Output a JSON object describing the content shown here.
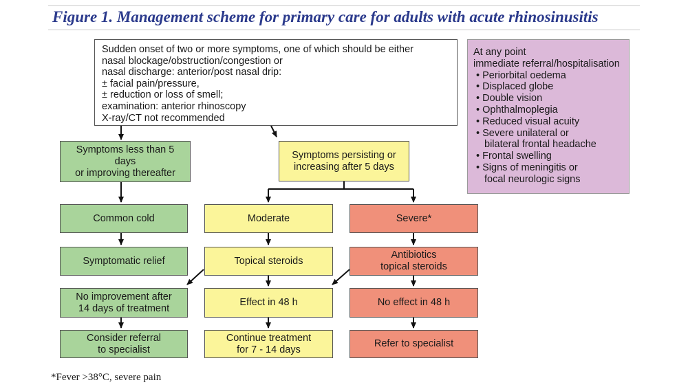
{
  "figure": {
    "title": "Figure 1. Management scheme for primary care for adults with acute rhinosinusitis",
    "footnote": "*Fever >38°C, severe pain"
  },
  "criteria": {
    "lines": [
      "Sudden onset of two or more symptoms, one of which should be either",
      "nasal blockage/obstruction/congestion or",
      "nasal discharge: anterior/post nasal drip:",
      "± facial pain/pressure,",
      "± reduction or loss of smell;",
      "examination: anterior rhinoscopy",
      "X-ray/CT not recommended"
    ]
  },
  "referral_panel": {
    "heading": [
      "At any point",
      "immediate referral/hospitalisation"
    ],
    "items": [
      [
        "Periorbital oedema"
      ],
      [
        "Displaced globe"
      ],
      [
        "Double vision"
      ],
      [
        "Ophthalmoplegia"
      ],
      [
        "Reduced visual acuity"
      ],
      [
        "Severe unilateral or",
        "bilateral frontal headache"
      ],
      [
        "Frontal swelling"
      ],
      [
        "Signs of meningitis or",
        "focal neurologic signs"
      ]
    ]
  },
  "flow": {
    "short_symptoms": [
      "Symptoms less than 5 days",
      "or improving thereafter"
    ],
    "persisting_symptoms": [
      "Symptoms persisting or",
      "increasing after 5 days"
    ],
    "common_cold": [
      "Common cold"
    ],
    "symptomatic_relief": [
      "Symptomatic relief"
    ],
    "no_improvement": [
      "No improvement after",
      "14 days of treatment"
    ],
    "consider_referral": [
      "Consider referral",
      "to specialist"
    ],
    "moderate": [
      "Moderate"
    ],
    "topical_steroids": [
      "Topical steroids"
    ],
    "effect_48h": [
      "Effect in 48 h"
    ],
    "continue_treatment": [
      "Continue treatment",
      "for 7 - 14 days"
    ],
    "severe": [
      "Severe*"
    ],
    "antibiotics": [
      "Antibiotics",
      "topical steroids"
    ],
    "no_effect_48h": [
      "No effect in 48 h"
    ],
    "refer_specialist": [
      "Refer to specialist"
    ]
  },
  "colors": {
    "title": "#2b3a8c",
    "green": "#a9d49b",
    "yellow": "#fbf59a",
    "red": "#f0907a",
    "purple": "#dcb9d9"
  }
}
